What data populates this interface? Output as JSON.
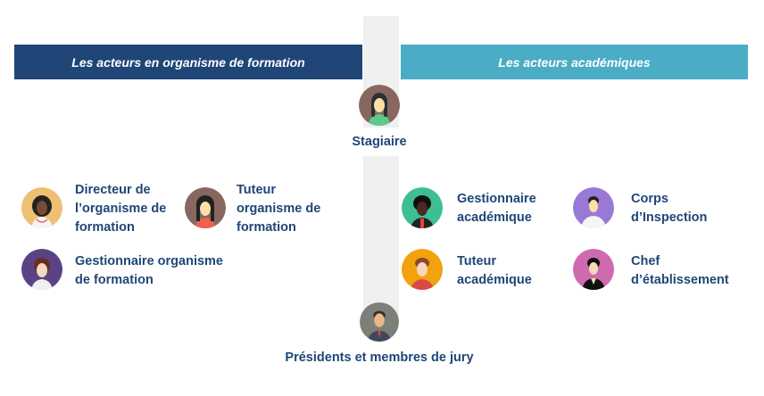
{
  "banners": {
    "left": "Les acteurs en organisme de formation",
    "right": "Les acteurs académiques"
  },
  "colors": {
    "left_banner": "#1f4677",
    "right_banner": "#4aacc5",
    "text": "#1f4677",
    "center_bar": "#f0f0f0"
  },
  "center": {
    "stagiaire": "Stagiaire",
    "jury": "Présidents et membres de jury"
  },
  "left_actors": [
    {
      "label": "Directeur de l’organisme de formation",
      "icon": "woman-avatar-icon"
    },
    {
      "label": "Tuteur organisme de formation",
      "icon": "woman-avatar-icon"
    },
    {
      "label": "Gestionnaire organisme de formation",
      "icon": "woman-avatar-icon"
    }
  ],
  "right_actors": [
    {
      "label": "Gestionnaire académique",
      "icon": "woman-avatar-icon"
    },
    {
      "label": "Corps d’Inspection",
      "icon": "man-avatar-icon"
    },
    {
      "label": "Tuteur académique",
      "icon": "man-avatar-icon"
    },
    {
      "label": "Chef d’établissement",
      "icon": "woman-avatar-icon"
    }
  ]
}
